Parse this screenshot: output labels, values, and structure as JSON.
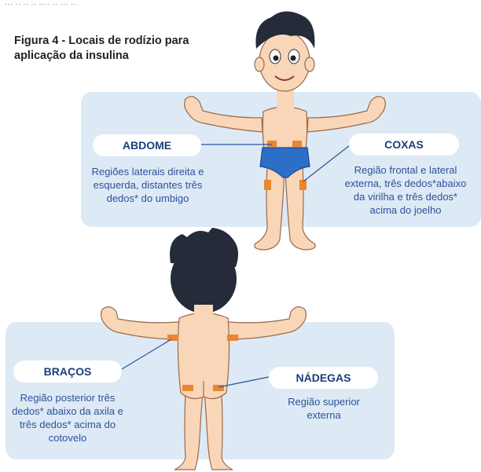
{
  "header_clip": "··· ·· ·· ·· ···· ·· ··· ··",
  "figure_title": "Figura 4 - Locais de rodízio para aplicação da insulina",
  "sites": {
    "abdome": {
      "label": "ABDOME",
      "description": "Regiões laterais direita e esquerda, distantes três dedos* do umbigo"
    },
    "coxas": {
      "label": "COXAS",
      "description": "Região frontal e lateral externa, três dedos*abaixo da virilha e três dedos* acima do joelho"
    },
    "bracos": {
      "label": "BRAÇOS",
      "description": "Região posterior três dedos* abaixo da axila e três dedos* acima do cotovelo"
    },
    "nadegas": {
      "label": "NÁDEGAS",
      "description": "Região superior externa"
    }
  },
  "colors": {
    "panel": "#ddeaf5",
    "label_text": "#1c3f7a",
    "desc_text": "#2d5199",
    "marker": "#e9862f",
    "skin": "#f9d6b8",
    "hair": "#252b38",
    "briefs": "#2c6fc7"
  }
}
